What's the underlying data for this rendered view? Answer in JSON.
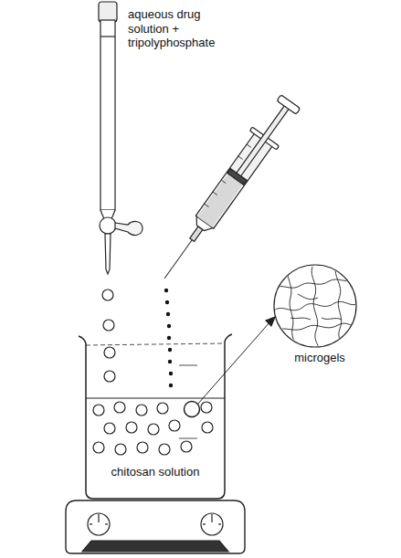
{
  "diagram": {
    "labels": [
      "aqueous drug solution + tripolyphosphate",
      "microgels",
      "chitosan solution"
    ]
  }
}
